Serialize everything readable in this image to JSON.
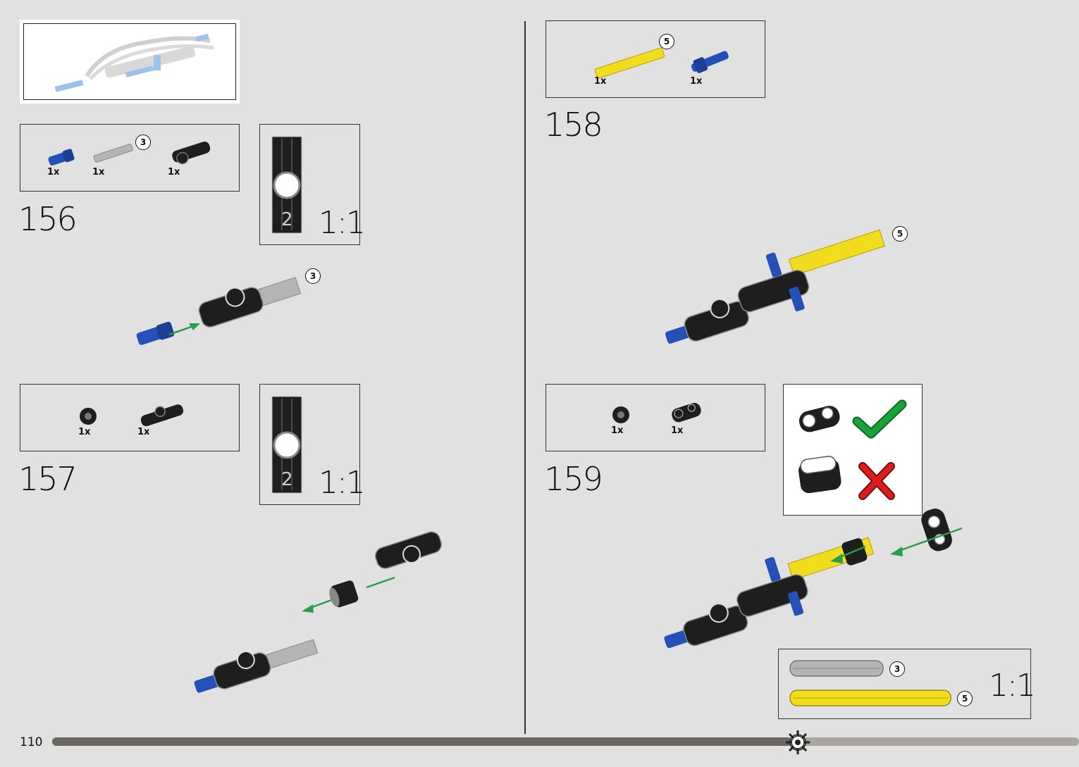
{
  "page": {
    "number": "110",
    "progress": 0.72
  },
  "steps": [
    {
      "id": "156",
      "number": "156",
      "parts": [
        "1x",
        "1x",
        "1x"
      ],
      "callout": "3",
      "scale_label": "1:1",
      "scale_number": "2"
    },
    {
      "id": "157",
      "number": "157",
      "parts": [
        "1x",
        "1x"
      ],
      "scale_label": "1:1",
      "scale_number": "2"
    },
    {
      "id": "158",
      "number": "158",
      "parts": [
        "1x",
        "1x"
      ],
      "callout": "5",
      "model_callout": "5"
    },
    {
      "id": "159",
      "number": "159",
      "parts": [
        "1x",
        "1x"
      ],
      "scale_label": "1:1",
      "axle_callouts": [
        "3",
        "5"
      ]
    }
  ],
  "colors": {
    "background": "#e1e1e1",
    "blue_pin": "#2450b8",
    "yellow_axle": "#f2dc1e",
    "grey_axle": "#b4b4b4",
    "black_part": "#1e1e1e",
    "arrow": "#2a9d4a",
    "check": "#1aa23a",
    "cross": "#d81e1e"
  },
  "icons": [
    "green-check-icon",
    "red-cross-icon",
    "gear-progress-icon"
  ]
}
